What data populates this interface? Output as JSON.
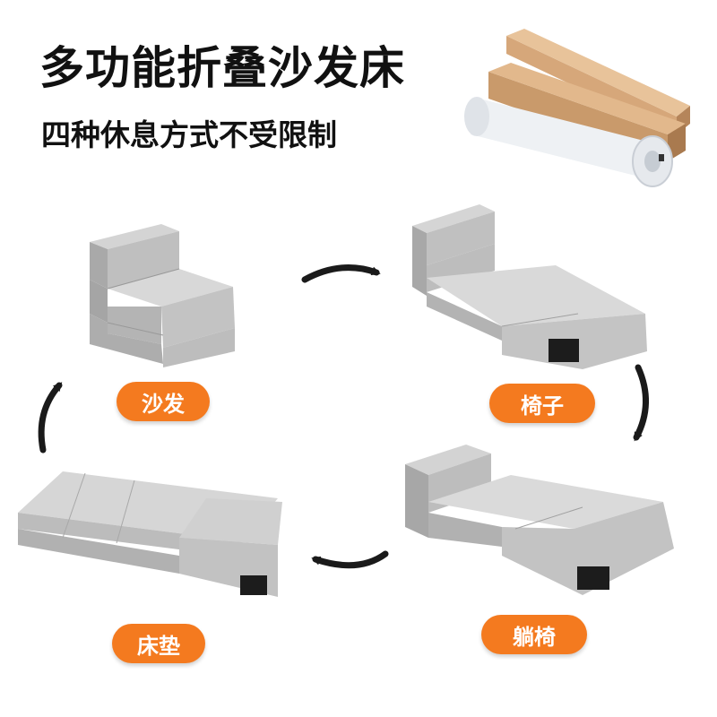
{
  "title": "多功能折叠沙发床",
  "subtitle": "四种休息方式不受限制",
  "modes": [
    {
      "label": "沙发"
    },
    {
      "label": "椅子"
    },
    {
      "label": "躺椅"
    },
    {
      "label": "床垫"
    }
  ],
  "colors": {
    "accent": "#f47a1f",
    "fabric": "#c9c9c9",
    "box": "#c79a6e",
    "arrow": "#1a1a1a"
  }
}
